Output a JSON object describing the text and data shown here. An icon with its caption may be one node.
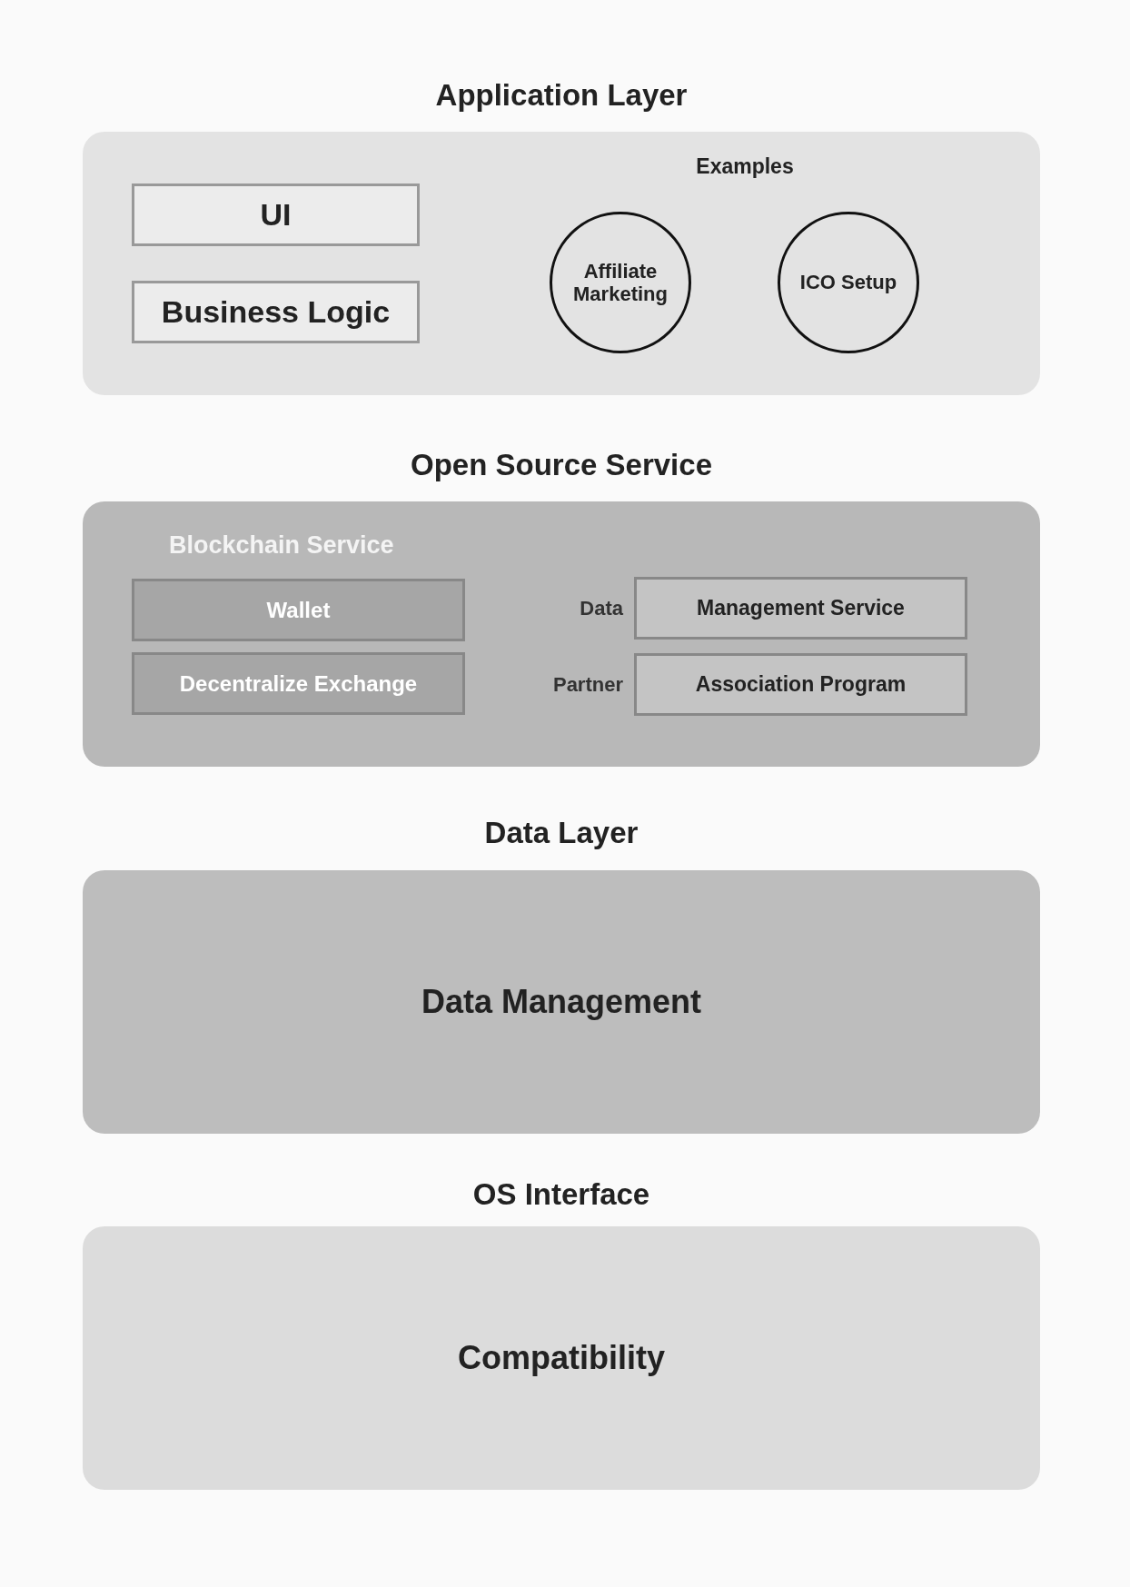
{
  "diagram": {
    "nodes": [
      {
        "text": [
          "Application Layer"
        ]
      },
      {
        "text": [
          "UI"
        ],
        "in": 0
      },
      {
        "text": [
          "Business Logic"
        ],
        "in": 0
      },
      {
        "text": [
          "Affiliate Marketing"
        ],
        "in": 0
      },
      {
        "text": [
          "ICO Setup"
        ],
        "in": 0
      },
      {
        "text": [
          "Open Source Service"
        ]
      },
      {
        "text": [
          "Wallet"
        ],
        "in": 5
      },
      {
        "text": [
          "Decentralize Exchange"
        ],
        "in": 5
      },
      {
        "text": [
          "Management Service"
        ],
        "in": 5,
        "beside": [
          "Data"
        ]
      },
      {
        "text": [
          "Association Program"
        ],
        "in": 5,
        "beside": [
          "Partner"
        ]
      },
      {
        "text": [
          "Data Layer",
          "Data Management"
        ]
      },
      {
        "text": [
          "OS Interface",
          "Compatibility"
        ]
      }
    ],
    "labels": [
      "Examples",
      "Blockchain Service"
    ]
  }
}
